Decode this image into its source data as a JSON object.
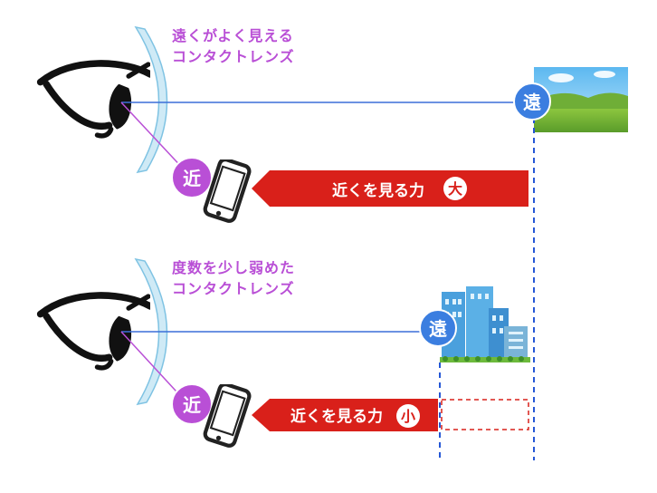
{
  "top_panel": {
    "lens_title_line1": "遠くがよく見える",
    "lens_title_line2": "コンタクトレンズ",
    "far_badge": "遠",
    "near_badge": "近",
    "arrow_text": "近くを見る力",
    "size_badge": "大"
  },
  "bottom_panel": {
    "lens_title_line1": "度数を少し弱めた",
    "lens_title_line2": "コンタクトレンズ",
    "far_badge": "遠",
    "near_badge": "近",
    "arrow_text": "近くを見る力",
    "size_badge": "小"
  },
  "colors": {
    "title": "#b94fd6",
    "near_badge": "#b94fd6",
    "far_badge": "#3b7ee0",
    "arrow": "#d9201a",
    "dashed_line": "#2557d6",
    "lens": "#bfe3f3"
  }
}
